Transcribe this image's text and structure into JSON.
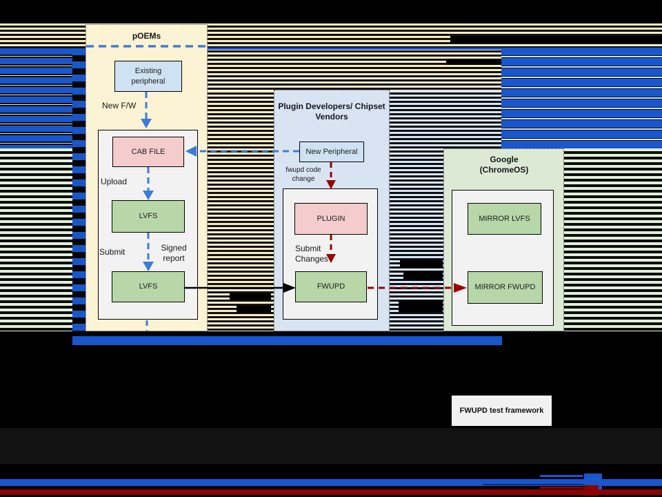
{
  "colors": {
    "glitch_blue": "#1a56cc",
    "glitch_cream": "#f5ecca",
    "glitch_light_blue": "#d9e6f4",
    "glitch_pale_green": "#e3efdb",
    "panel_cream": "#fcf3d4",
    "panel_light_blue": "#d8e4f2",
    "panel_pale_green": "#dcead5",
    "node_pink": "#f5cccc",
    "node_green": "#b7d7a8",
    "node_light_blue": "#cfe2f3",
    "container_gray": "#f2f2f2",
    "arrow_blue": "#3d7bdb",
    "arrow_dark_red": "#990000",
    "arrow_black": "#000000",
    "bottom_bar_red": "#8b0000"
  },
  "poems_panel": {
    "title": "pOEMs",
    "existing_peripheral": "Existing peripheral",
    "new_fw": "New F/W",
    "cab_file": "CAB FILE",
    "upload": "Upload",
    "lvfs_upper": "LVFS",
    "submit": "Submit",
    "signed_report": "Signed report",
    "lvfs_lower": "LVFS"
  },
  "plugin_panel": {
    "title": "Plugin Developers/ Chipset Vendors",
    "new_peripheral": "New Peripheral",
    "fwupd_code_change": "fwupd code change",
    "plugin": "PLUGIN",
    "submit_changes": "Submit Changes",
    "fwupd": "FWUPD"
  },
  "google_panel": {
    "title": "Google (ChromeOS)",
    "mirror_lvfs": "MIRROR LVFS",
    "mirror_fwupd": "MIRROR FWUPD"
  },
  "test_framework": "FWUPD test framework"
}
